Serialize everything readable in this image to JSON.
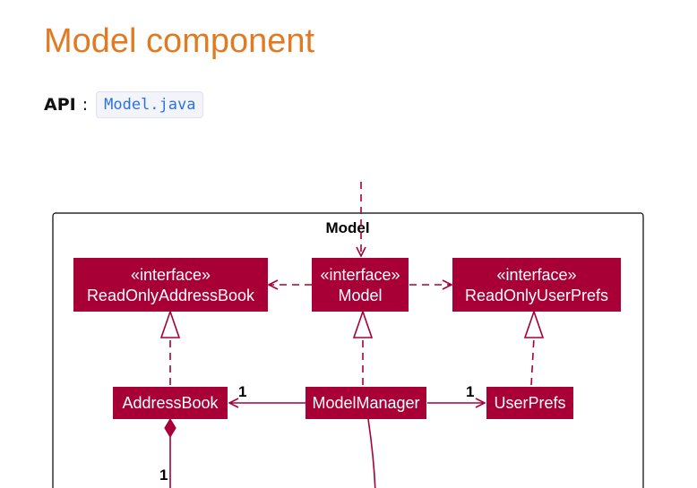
{
  "page": {
    "title": "Model component",
    "api_label": "API",
    "api_separator": ":",
    "api_link": "Model.java"
  },
  "diagram": {
    "package_name": "Model",
    "stereotype": "«interface»",
    "classes": {
      "read_only_address_book": "ReadOnlyAddressBook",
      "model": "Model",
      "read_only_user_prefs": "ReadOnlyUserPrefs",
      "address_book": "AddressBook",
      "model_manager": "ModelManager",
      "user_prefs": "UserPrefs"
    },
    "multiplicities": {
      "manager_to_address_book": "1",
      "manager_to_user_prefs": "1",
      "address_book_composition": "1"
    },
    "colors": {
      "class_fill": "#a80036",
      "relation_line": "#a80036",
      "package_border": "#000000",
      "title": "#e07b23",
      "link": "#2b73e0"
    }
  }
}
